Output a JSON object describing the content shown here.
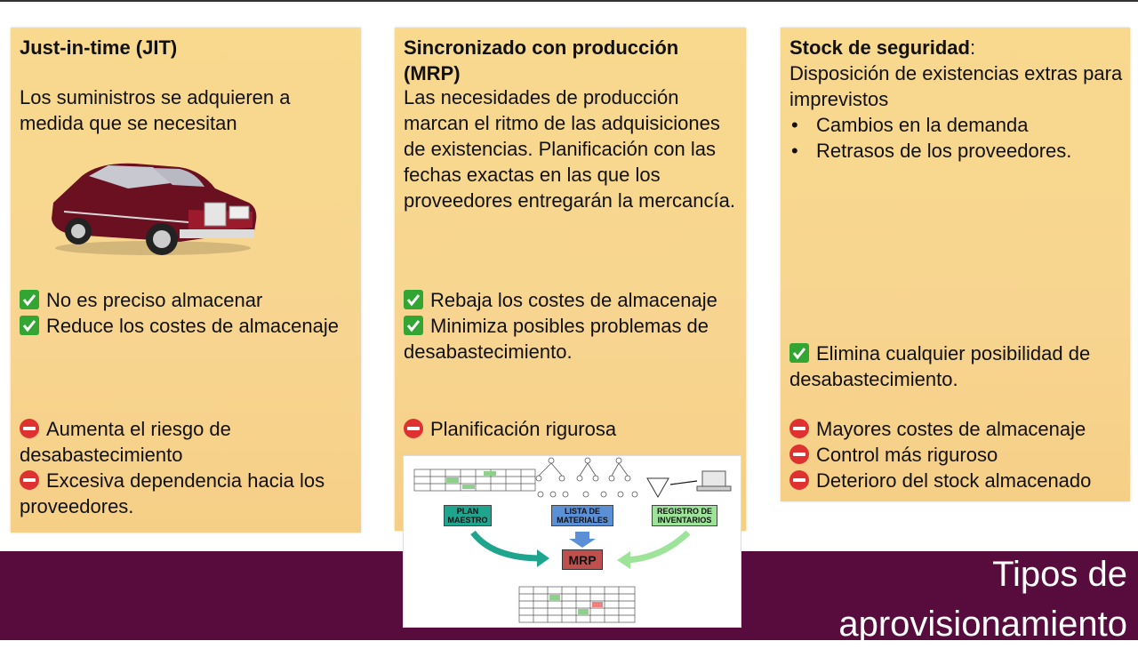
{
  "footer": {
    "title_line1": "Tipos de",
    "title_line2": "aprovisionamiento"
  },
  "panel_jit": {
    "title": "Just-in-time (JIT)",
    "description": "Los suministros se adquieren a medida que se necesitan",
    "image": "car-image",
    "pros": [
      "No es preciso almacenar",
      "Reduce los costes de almacenaje"
    ],
    "cons": [
      "Aumenta el riesgo de desabastecimiento",
      "Excesiva dependencia hacia los proveedores."
    ]
  },
  "panel_mrp": {
    "title": "Sincronizado con producción (MRP)",
    "description": "Las necesidades de producción marcan el ritmo de las adquisiciones de existencias. Planificación con las fechas exactas en las que los proveedores entregarán la mercancía.",
    "pros": [
      "Rebaja los costes de almacenaje",
      "Minimiza posibles problemas de desabastecimiento."
    ],
    "cons": [
      "Planificación rigurosa"
    ],
    "diagram": {
      "plan_label": "PLAN MAESTRO",
      "list_label": "LISTA DE MATERIALES",
      "registry_label": "REGISTRO DE INVENTARIOS",
      "core_label": "MRP",
      "colors": {
        "plan": "#1fa58e",
        "list": "#5b8fd6",
        "registry": "#9ee39a",
        "core": "#c0504d"
      }
    }
  },
  "panel_stock": {
    "title": "Stock de seguridad",
    "title_suffix": ":",
    "description": "Disposición de existencias extras para imprevistos",
    "bullets": [
      "Cambios en la demanda",
      "Retrasos de los proveedores."
    ],
    "pros": [
      "Elimina cualquier posibilidad de desabastecimiento."
    ],
    "cons": [
      "Mayores costes de almacenaje",
      "Control más riguroso",
      "Deterioro del stock almacenado"
    ]
  },
  "icons": {
    "pro": "check-mark-icon",
    "con": "no-entry-icon"
  },
  "colors": {
    "panel": "#f7d590",
    "footer": "#570c3d",
    "check": "#33a532",
    "no_entry": "#e03131"
  }
}
